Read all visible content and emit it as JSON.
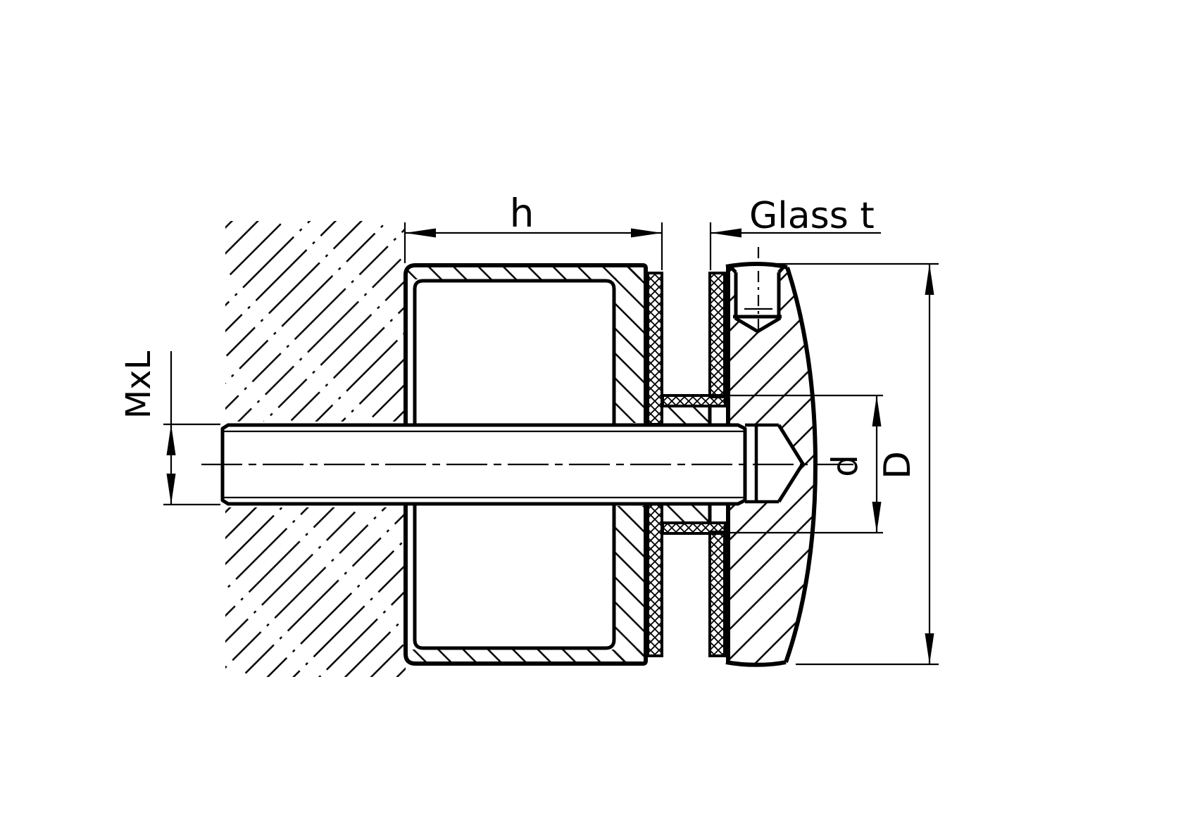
{
  "drawing": {
    "kind": "technical-cross-section",
    "background": "#ffffff",
    "line_color": "#000000",
    "labels": {
      "h": "h",
      "glass_t": "Glass t",
      "mxl": "MxL",
      "d": "d",
      "D": "D"
    }
  }
}
